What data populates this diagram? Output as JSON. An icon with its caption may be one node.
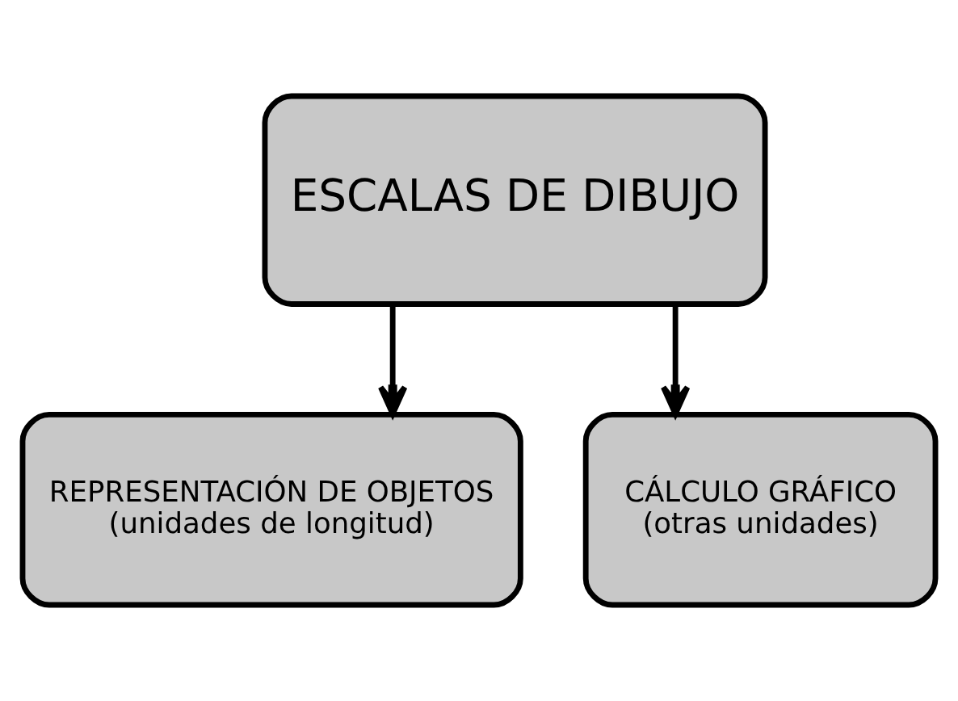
{
  "diagram": {
    "nodes": [
      {
        "text": [
          "ESCALAS DE DIBUJO"
        ]
      },
      {
        "text": [
          "REPRESENTACIÓN DE OBJETOS",
          "(unidades de longitud)"
        ]
      },
      {
        "text": [
          "CÁLCULO GRÁFICO",
          "(otras unidades)"
        ]
      }
    ],
    "edges": [
      {
        "from": 0,
        "to": 1,
        "arrow": "to"
      },
      {
        "from": 0,
        "to": 2,
        "arrow": "to"
      }
    ]
  }
}
